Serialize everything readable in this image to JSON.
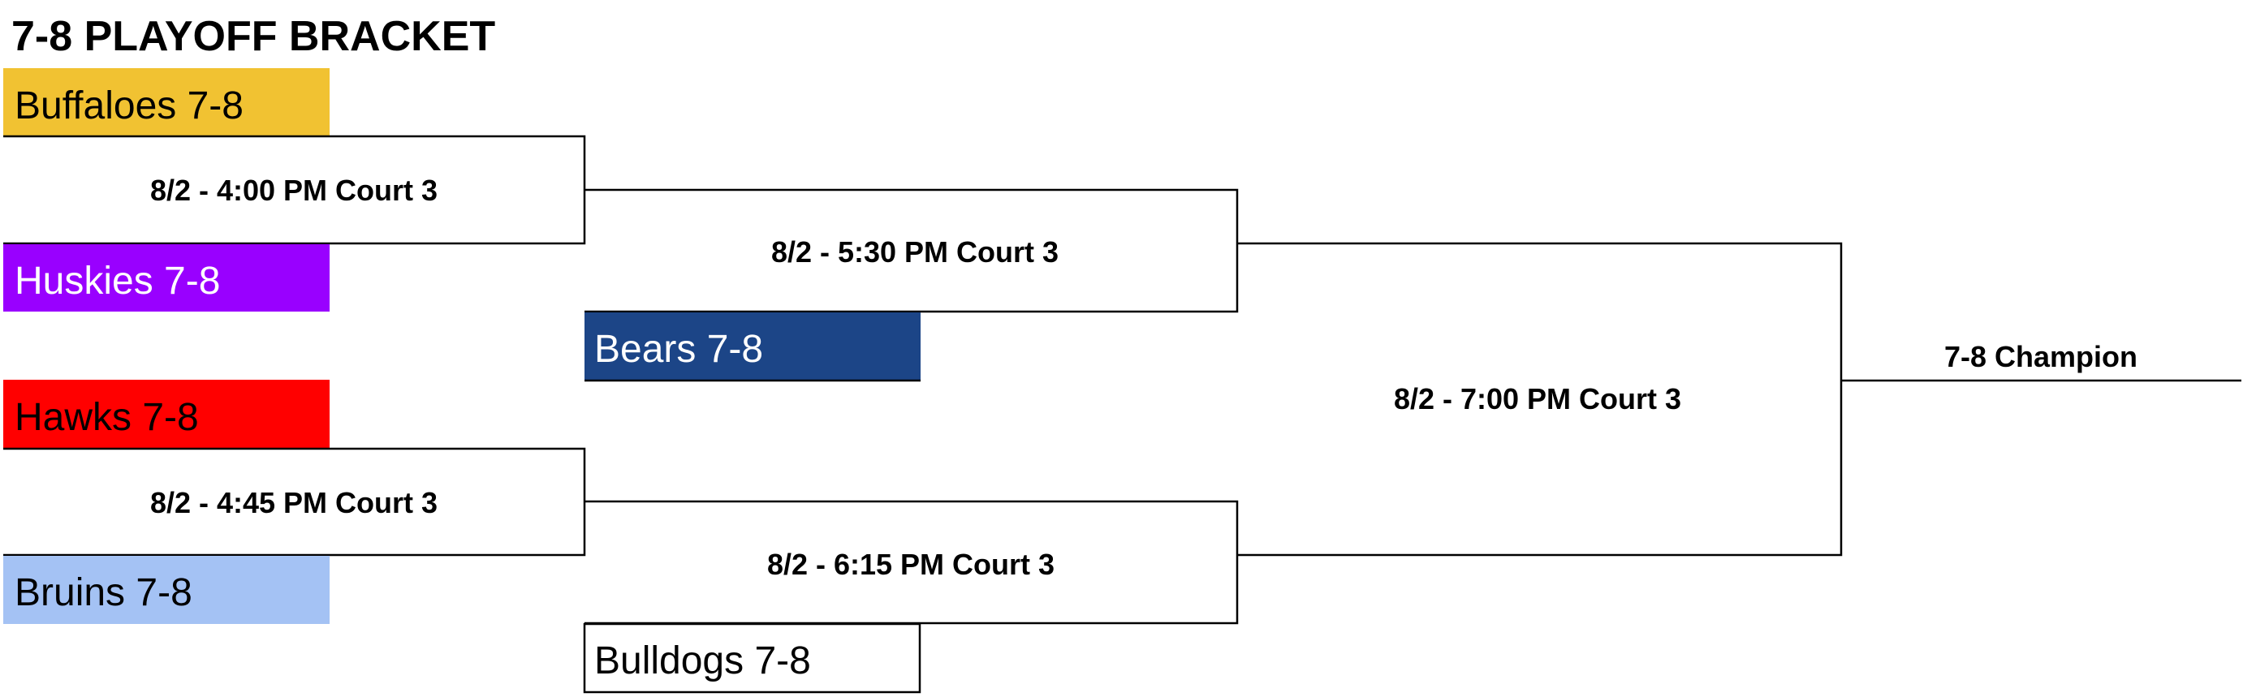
{
  "title": "7-8 PLAYOFF BRACKET",
  "teams": {
    "buffaloes": {
      "label": "Buffaloes 7-8",
      "bg": "#F1C232",
      "fg": "#000000"
    },
    "huskies": {
      "label": "Huskies 7-8",
      "bg": "#9900FF",
      "fg": "#FFFFFF"
    },
    "hawks": {
      "label": "Hawks 7-8",
      "bg": "#FF0000",
      "fg": "#000000"
    },
    "bruins": {
      "label": "Bruins 7-8",
      "bg": "#A4C2F4",
      "fg": "#000000"
    },
    "bears": {
      "label": "Bears 7-8",
      "bg": "#1C4587",
      "fg": "#FFFFFF"
    },
    "bulldogs": {
      "label": "Bulldogs 7-8",
      "bg": "#FFFFFF",
      "fg": "#000000"
    }
  },
  "games": {
    "g1": "8/2 - 4:00 PM Court 3",
    "g2": "8/2 - 4:45 PM Court 3",
    "g3": "8/2 - 5:30 PM Court 3",
    "g4": "8/2 - 6:15 PM Court 3",
    "final": "8/2 - 7:00 PM Court 3"
  },
  "champion": "7-8 Champion"
}
